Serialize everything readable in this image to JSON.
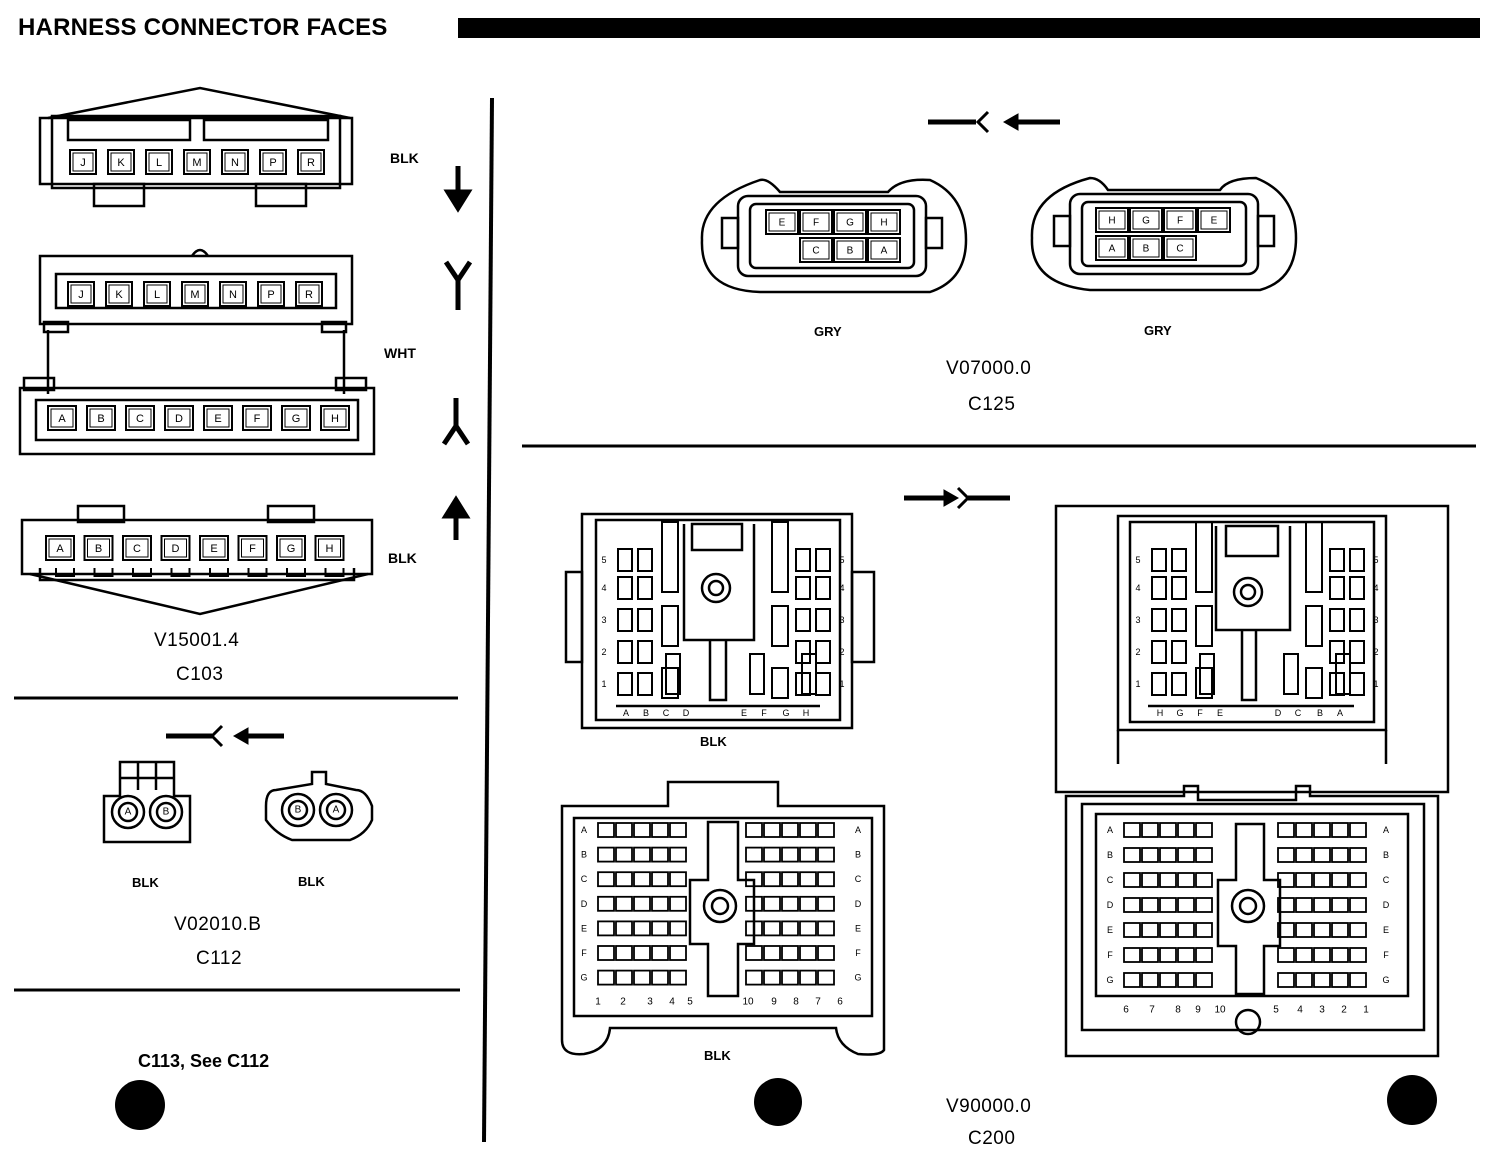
{
  "header": {
    "title": "HARNESS CONNECTOR FACES"
  },
  "c103": {
    "top_color": "BLK",
    "mid_color": "WHT",
    "bottom_color": "BLK",
    "pins_upper": [
      "J",
      "K",
      "L",
      "M",
      "N",
      "P",
      "R"
    ],
    "pins_lower": [
      "A",
      "B",
      "C",
      "D",
      "E",
      "F",
      "G",
      "H"
    ],
    "ref": "V15001.4",
    "name": "C103"
  },
  "c112": {
    "left_color": "BLK",
    "right_color": "BLK",
    "left_pins": [
      "A",
      "B"
    ],
    "right_pins": [
      "B",
      "A"
    ],
    "ref": "V02010.B",
    "name": "C112"
  },
  "c113": {
    "note": "C113, See C112"
  },
  "c125": {
    "left_color": "GRY",
    "right_color": "GRY",
    "left_top": [
      "E",
      "F",
      "G",
      "H"
    ],
    "left_bottom": [
      "C",
      "B",
      "A"
    ],
    "right_top": [
      "H",
      "G",
      "F",
      "E"
    ],
    "right_bottom": [
      "A",
      "B",
      "C"
    ],
    "ref": "V07000.0",
    "name": "C125"
  },
  "c200": {
    "left_color": "BLK",
    "lower_color": "BLK",
    "row_nums": [
      "5",
      "4",
      "3",
      "2",
      "1"
    ],
    "left_letters": [
      "A",
      "B",
      "C",
      "D",
      "E",
      "F",
      "G",
      "H"
    ],
    "right_letters": [
      "H",
      "G",
      "F",
      "E",
      "D",
      "C",
      "B",
      "A"
    ],
    "big_rows": [
      "A",
      "B",
      "C",
      "D",
      "E",
      "F",
      "G"
    ],
    "left_nums": [
      "1",
      "2",
      "3",
      "4",
      "5",
      "10",
      "9",
      "8",
      "7",
      "6"
    ],
    "right_nums": [
      "6",
      "7",
      "8",
      "9",
      "10",
      "5",
      "4",
      "3",
      "2",
      "1"
    ],
    "ref": "V90000.0",
    "name": "C200"
  }
}
